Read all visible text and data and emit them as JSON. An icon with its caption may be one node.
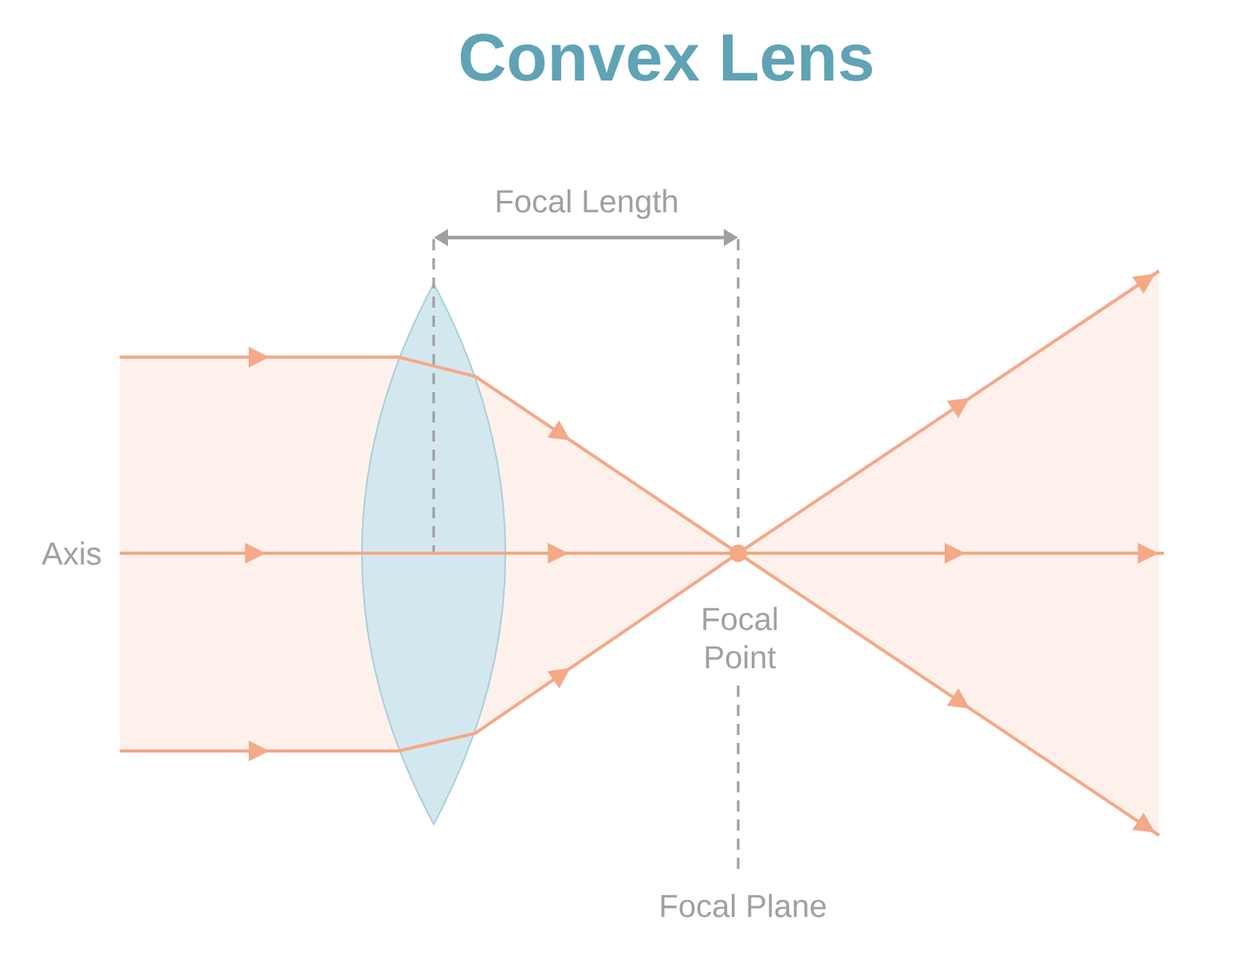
{
  "diagram": {
    "title": "Convex Lens",
    "labels": [
      "Focal Length",
      "Axis",
      "Focal Point",
      "Focal Plane"
    ]
  }
}
